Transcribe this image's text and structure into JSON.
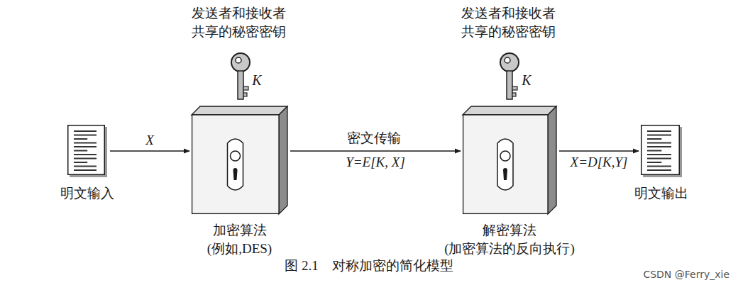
{
  "diagram": {
    "caption": "图 2.1　对称加密的简化模型",
    "nodes": [
      {
        "text": [
          "明文输入"
        ]
      },
      {
        "text": [
          "加密算法 (例如,DES)"
        ]
      },
      {
        "text": [
          "解密算法 (加密算法的反向执行)"
        ]
      },
      {
        "text": [
          "明文输出"
        ]
      }
    ],
    "edges": [
      {
        "from": 0,
        "to": 1,
        "arrow": "to",
        "label": "X"
      },
      {
        "from": 1,
        "to": 2,
        "arrow": "to",
        "label": "Y=E[K, X]"
      },
      {
        "from": 2,
        "to": 3,
        "arrow": "to",
        "label": "X=D[K,Y]"
      }
    ],
    "labels": [
      "发送者和接收者 共享的秘密密钥",
      "K",
      "发送者和接收者 共享的秘密密钥",
      "K",
      "密文传输",
      "CSDN @Ferry_xie"
    ]
  }
}
